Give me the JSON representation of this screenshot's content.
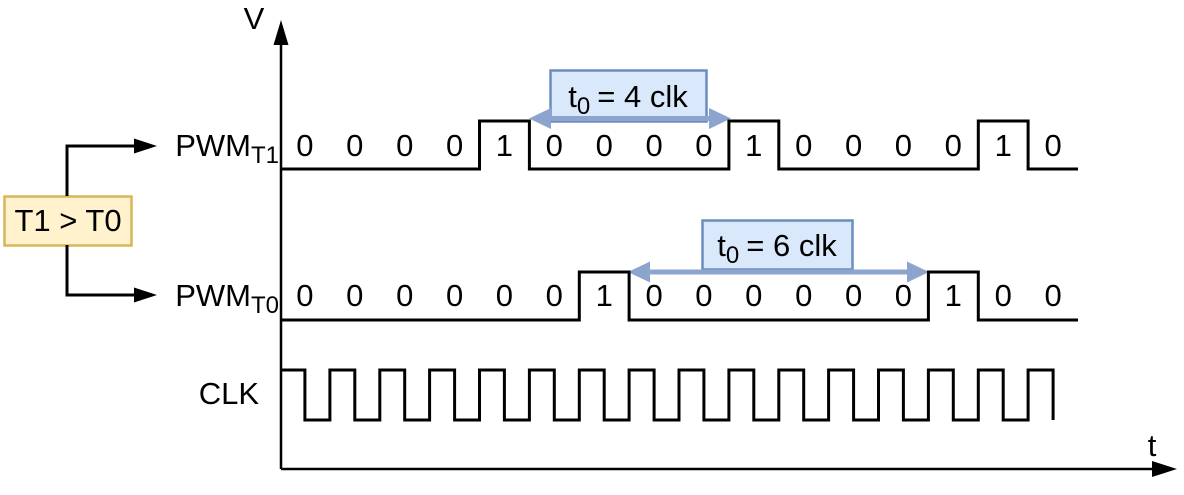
{
  "axes": {
    "v_label": "V",
    "t_label": "t"
  },
  "condition_box": {
    "label": "T1 > T0"
  },
  "signals": [
    {
      "id": "pwm-t1",
      "name": "PWM",
      "subscript": "T1",
      "bits": [
        0,
        0,
        0,
        0,
        1,
        0,
        0,
        0,
        0,
        1,
        0,
        0,
        0,
        0,
        1,
        0
      ],
      "annotation": {
        "sym": "t",
        "sub": "0",
        "rest": "= 4 clk",
        "span_cells": [
          5,
          8
        ]
      }
    },
    {
      "id": "pwm-t0",
      "name": "PWM",
      "subscript": "T0",
      "bits": [
        0,
        0,
        0,
        0,
        0,
        0,
        1,
        0,
        0,
        0,
        0,
        0,
        0,
        1,
        0,
        0
      ],
      "annotation": {
        "sym": "t",
        "sub": "0",
        "rest": "= 6 clk",
        "span_cells": [
          7,
          12
        ]
      }
    },
    {
      "id": "clk",
      "name": "CLK",
      "type": "clock",
      "periods": 16
    }
  ],
  "colors": {
    "waveform": "#000000",
    "annotation_fill": "#DAE8FC",
    "annotation_stroke": "#6C8EBF",
    "annotation_arrow": "#8DA5CE",
    "condition_fill": "#FFF2CC",
    "condition_stroke": "#D6B656"
  }
}
